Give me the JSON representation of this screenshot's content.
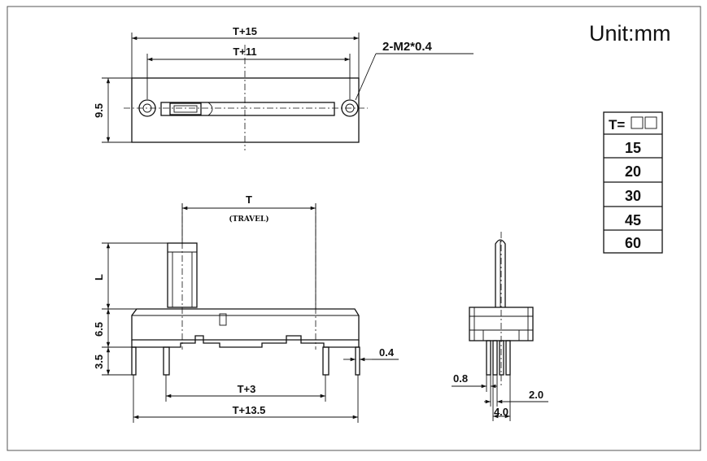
{
  "unit_label": "Unit:mm",
  "top_view": {
    "dim_overall": "T+15",
    "dim_holes": "T+11",
    "dim_height": "9.5",
    "dim_hole_note": "2-M2*0.4"
  },
  "front_view": {
    "dim_travel": "T",
    "dim_travel_note": "(TRAVEL)",
    "dim_lever": "L",
    "dim_body": "6.5",
    "dim_pin": "3.5",
    "dim_pin_thk": "0.4",
    "dim_pin_pitch": "T+3",
    "dim_total": "T+13.5"
  },
  "side_view": {
    "dim_pin_w": "0.8",
    "dim_pin_span": "2.0",
    "dim_pin_pitch": "4.0"
  },
  "table": {
    "header": "T=",
    "rows": [
      "15",
      "20",
      "30",
      "45",
      "60"
    ]
  }
}
